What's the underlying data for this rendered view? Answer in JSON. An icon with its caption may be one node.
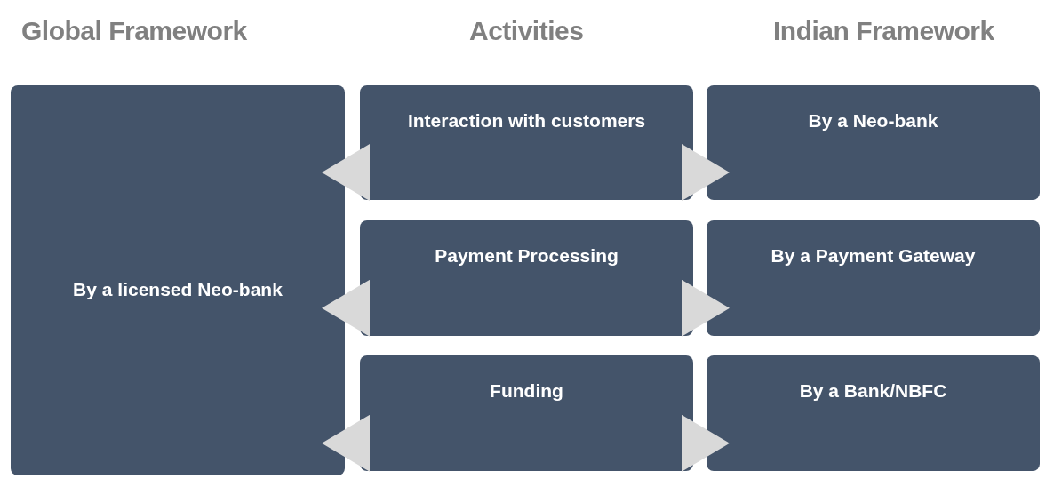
{
  "diagram": {
    "nodes": [
      {
        "text": [
          "By a licensed Neo-bank"
        ]
      },
      {
        "text": [
          "Interaction with customers"
        ]
      },
      {
        "text": [
          "By a Neo-bank"
        ]
      },
      {
        "text": [
          "Payment Processing"
        ]
      },
      {
        "text": [
          "By a Payment Gateway"
        ]
      },
      {
        "text": [
          "Funding"
        ]
      },
      {
        "text": [
          "By a Bank/NBFC"
        ]
      }
    ],
    "edges": [
      {
        "from": 1,
        "to": 0,
        "arrow": "to",
        "color": "#d9d9d9"
      },
      {
        "from": 1,
        "to": 2,
        "arrow": "to",
        "color": "#d9d9d9"
      },
      {
        "from": 3,
        "to": 0,
        "arrow": "to",
        "color": "#d9d9d9"
      },
      {
        "from": 3,
        "to": 4,
        "arrow": "to",
        "color": "#d9d9d9"
      },
      {
        "from": 5,
        "to": 0,
        "arrow": "to",
        "color": "#d9d9d9"
      },
      {
        "from": 5,
        "to": 6,
        "arrow": "to",
        "color": "#d9d9d9"
      }
    ],
    "labels": [
      "Global Framework",
      "Activities",
      "Indian Framework"
    ]
  }
}
